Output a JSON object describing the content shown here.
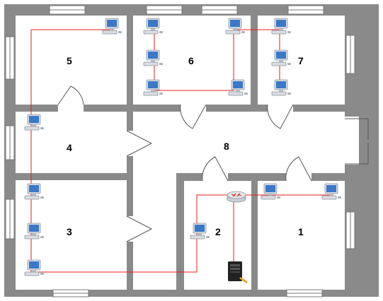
{
  "colors": {
    "wall": "#8a8a8a",
    "floor": "#ffffff",
    "cable": "#e41e1e",
    "monitor_screen": "#3a78c8",
    "computer_body": "#d9dde3",
    "server_body": "#222222",
    "router_body": "#e3e6ea",
    "router_arrows": "#e41e1e"
  },
  "rooms": [
    {
      "id": "1",
      "label": "1"
    },
    {
      "id": "2",
      "label": "2"
    },
    {
      "id": "3",
      "label": "3"
    },
    {
      "id": "4",
      "label": "4"
    },
    {
      "id": "5",
      "label": "5"
    },
    {
      "id": "6",
      "label": "6"
    },
    {
      "id": "7",
      "label": "7"
    },
    {
      "id": "8",
      "label": "8"
    }
  ],
  "devices": {
    "computer_icon": "desktop-computer-icon",
    "router_icon": "router-icon",
    "server_icon": "server-icon"
  }
}
